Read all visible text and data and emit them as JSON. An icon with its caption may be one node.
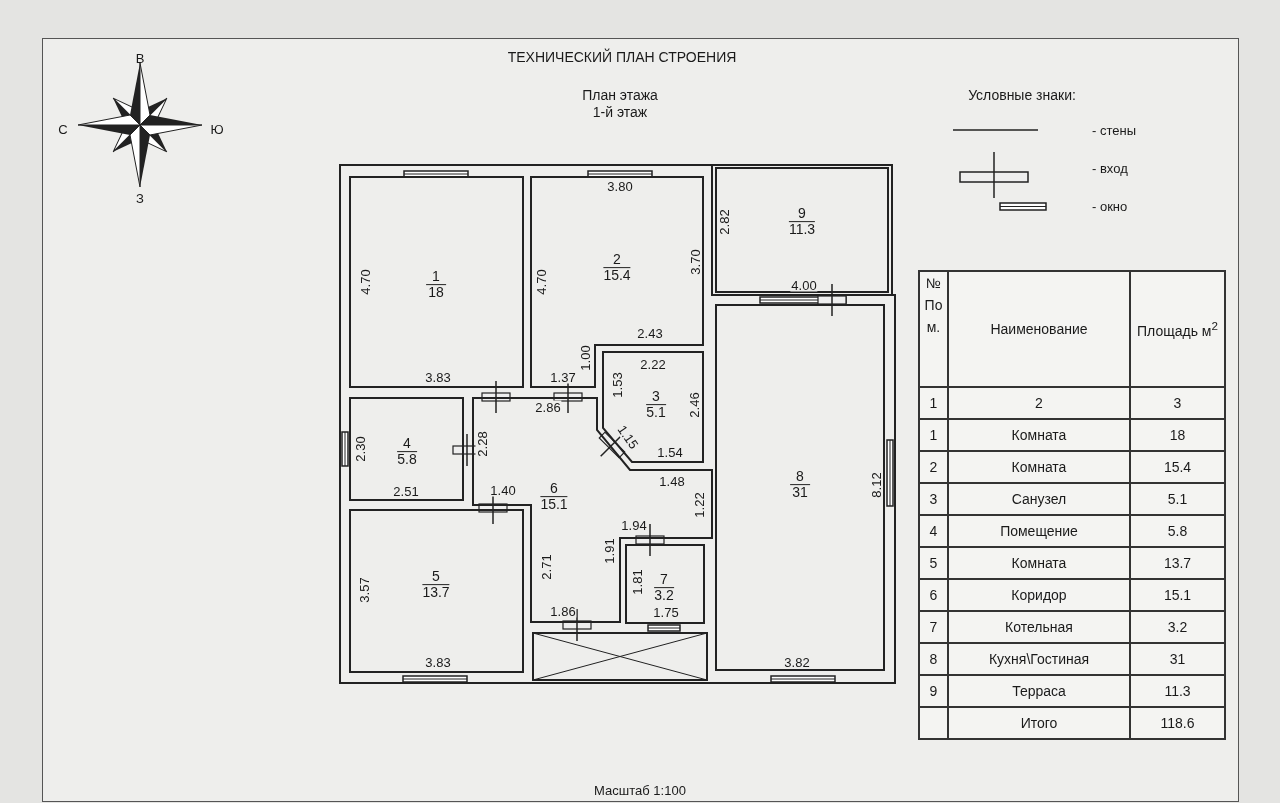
{
  "diagram": {
    "title": "ТЕХНИЧЕСКИЙ ПЛАН СТРОЕНИЯ",
    "nodes": [
      {
        "text": [
          "1",
          "18"
        ]
      },
      {
        "text": [
          "2",
          "15.4"
        ]
      },
      {
        "text": [
          "3",
          "5.1"
        ]
      },
      {
        "text": [
          "4",
          "5.8"
        ]
      },
      {
        "text": [
          "5",
          "13.7"
        ]
      },
      {
        "text": [
          "6",
          "15.1"
        ]
      },
      {
        "text": [
          "7",
          "3.2"
        ]
      },
      {
        "text": [
          "8",
          "31"
        ]
      },
      {
        "text": [
          "9",
          "11.3"
        ]
      },
      {
        "text": [],
        "shape": "box"
      }
    ],
    "edges": [],
    "labels": [
      "План этажа",
      "1-й этаж",
      "В",
      "С",
      "Ю",
      "З",
      "Условные знаки:",
      "3.80",
      "2.82",
      "3.70",
      "4.70",
      "4.70",
      "4.00",
      "2.43",
      "1.00",
      "2.22",
      "3.83",
      "1.37",
      "1.53",
      "2.46",
      "2.86",
      "1.15",
      "2.30",
      "2.28",
      "1.54",
      "1.48",
      "8.12",
      "2.51",
      "1.40",
      "1.22",
      "1.94",
      "3.57",
      "2.71",
      "1.91",
      "1.81",
      "1.86",
      "1.75",
      "3.83",
      "3.82",
      "№ Пом.",
      "Наименование",
      "Площадь м$^{2}$",
      "1",
      "2",
      "3",
      "1",
      "Комната",
      "18",
      "2",
      "Комната",
      "15.4",
      "3",
      "Санузел",
      "5.1",
      "4",
      "Помещение",
      "5.8",
      "5",
      "Комната",
      "13.7",
      "6",
      "Коридор",
      "15.1",
      "7",
      "Котельная",
      "3.2",
      "8",
      "Кухня\\Гостиная",
      "31",
      "9",
      "Терраса",
      "11.3",
      "Итого",
      "118.6",
      "Масштаб 1:100"
    ],
    "legend": [
      {
        "text": "- стены"
      },
      {
        "text": "- вход"
      },
      {
        "text": "- окно"
      }
    ]
  }
}
